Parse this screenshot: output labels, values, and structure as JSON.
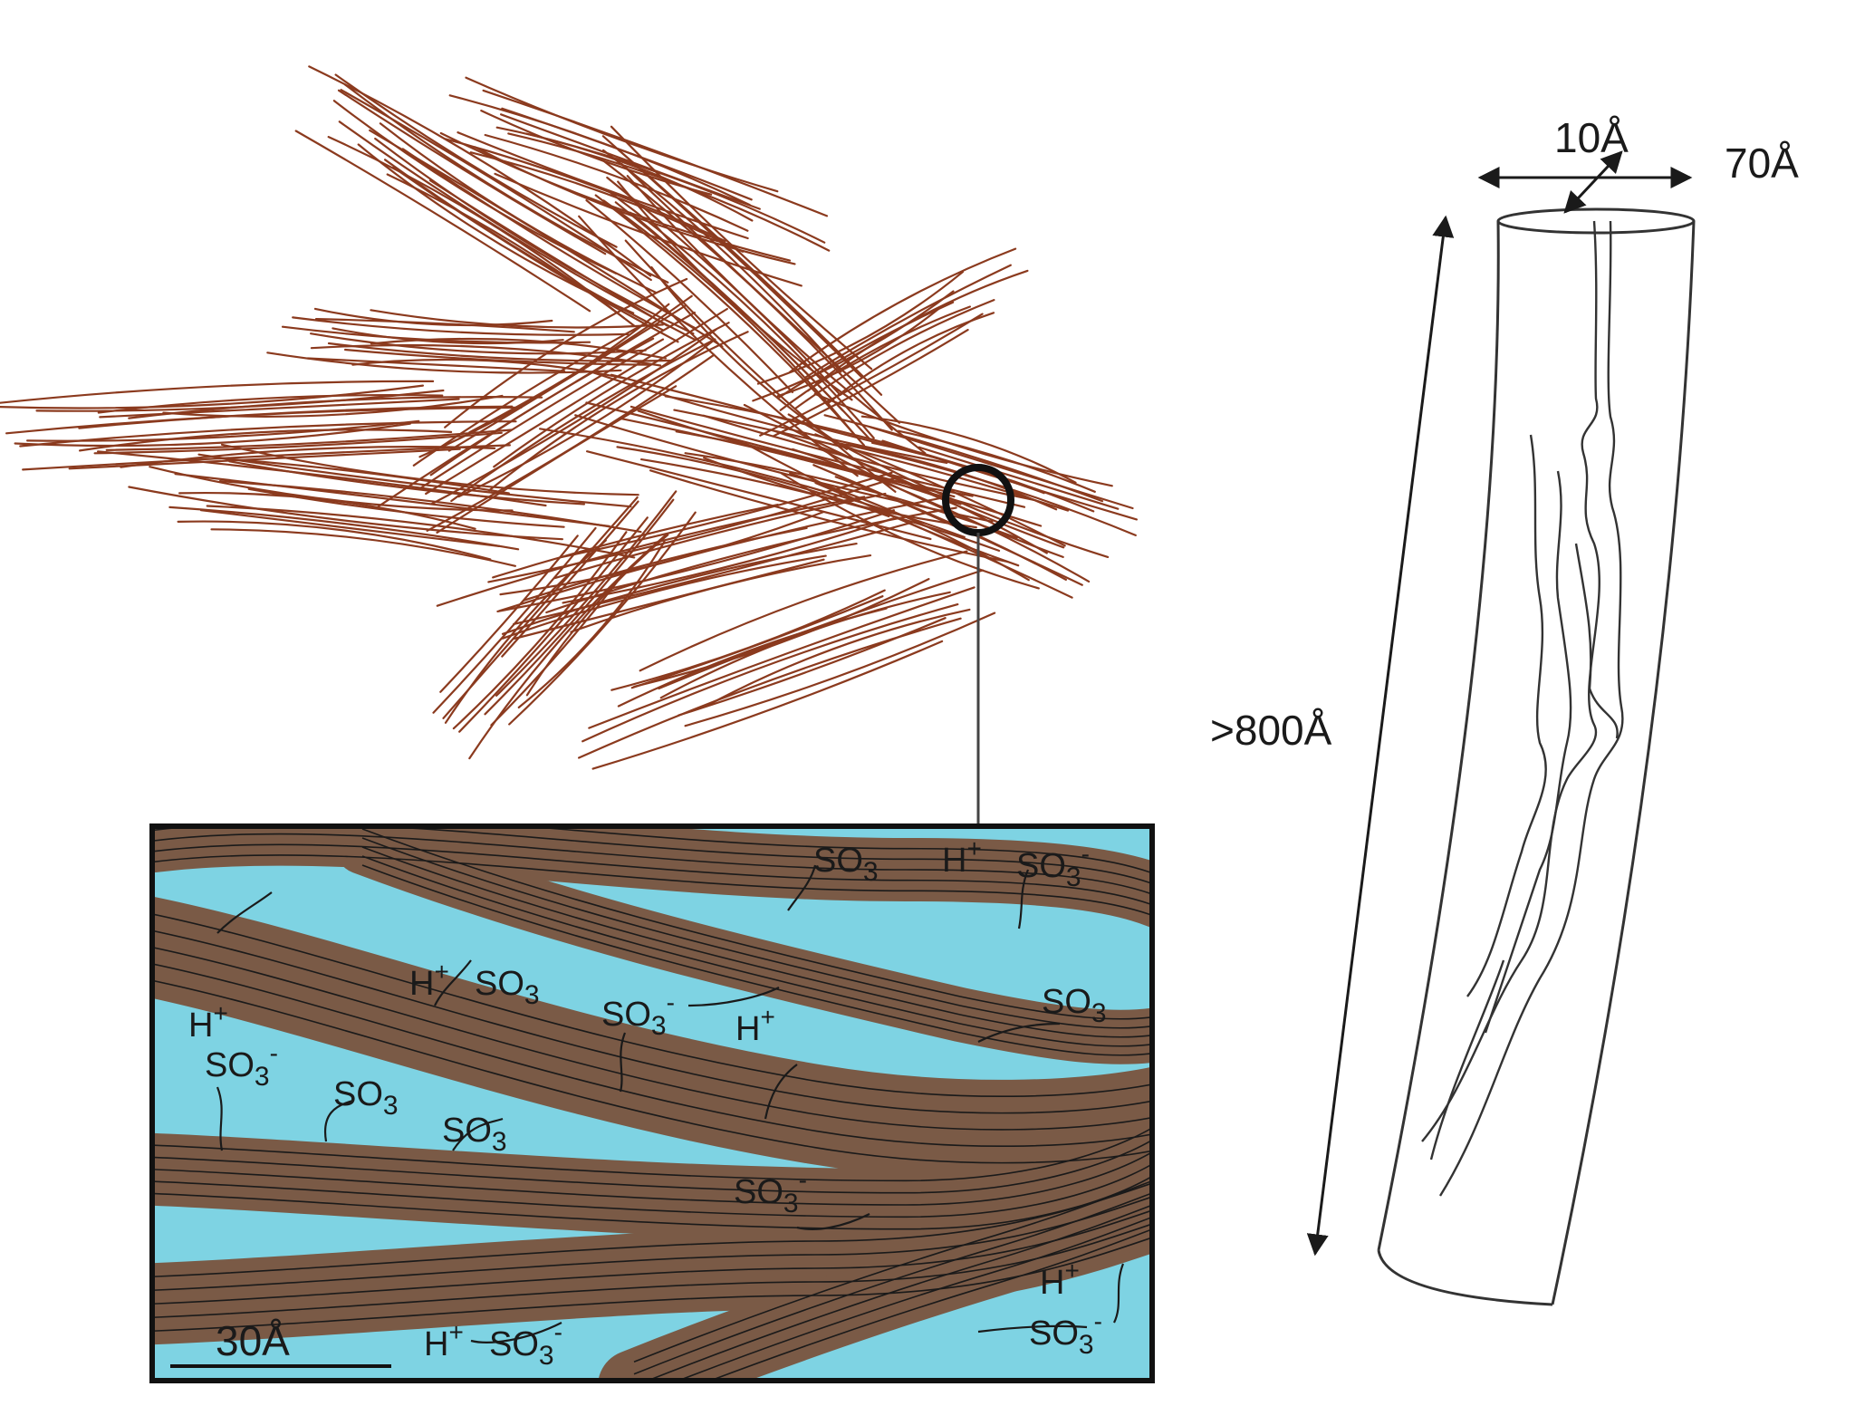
{
  "colors": {
    "fiber": "#8B3A1E",
    "bundle": "#7A5A46",
    "water": "#7ED3E3",
    "ink": "#1a1a1a"
  },
  "labels": {
    "scale_bar": "30Å",
    "dim_width": "10Å",
    "dim_depth": "70Å",
    "dim_length": ">800Å"
  },
  "ion_labels": [
    {
      "base": "SO",
      "sub": "3",
      "sup": ""
    },
    {
      "base": "H",
      "sub": "",
      "sup": "+"
    },
    {
      "base": "SO",
      "sub": "3",
      "sup": "-"
    },
    {
      "base": "H",
      "sub": "",
      "sup": "+"
    },
    {
      "base": "SO",
      "sub": "3",
      "sup": ""
    },
    {
      "base": "SO",
      "sub": "3",
      "sup": "-"
    },
    {
      "base": "H",
      "sub": "",
      "sup": "+"
    },
    {
      "base": "SO",
      "sub": "3",
      "sup": ""
    },
    {
      "base": "H",
      "sub": "",
      "sup": "+"
    },
    {
      "base": "SO",
      "sub": "3",
      "sup": "-"
    },
    {
      "base": "SO",
      "sub": "3",
      "sup": ""
    },
    {
      "base": "SO",
      "sub": "3",
      "sup": ""
    },
    {
      "base": "SO",
      "sub": "3",
      "sup": "-"
    },
    {
      "base": "H",
      "sub": "",
      "sup": "+"
    },
    {
      "base": "SO",
      "sub": "3",
      "sup": "-"
    },
    {
      "base": "H",
      "sub": "",
      "sup": "+"
    },
    {
      "base": "SO",
      "sub": "3",
      "sup": "-"
    }
  ]
}
